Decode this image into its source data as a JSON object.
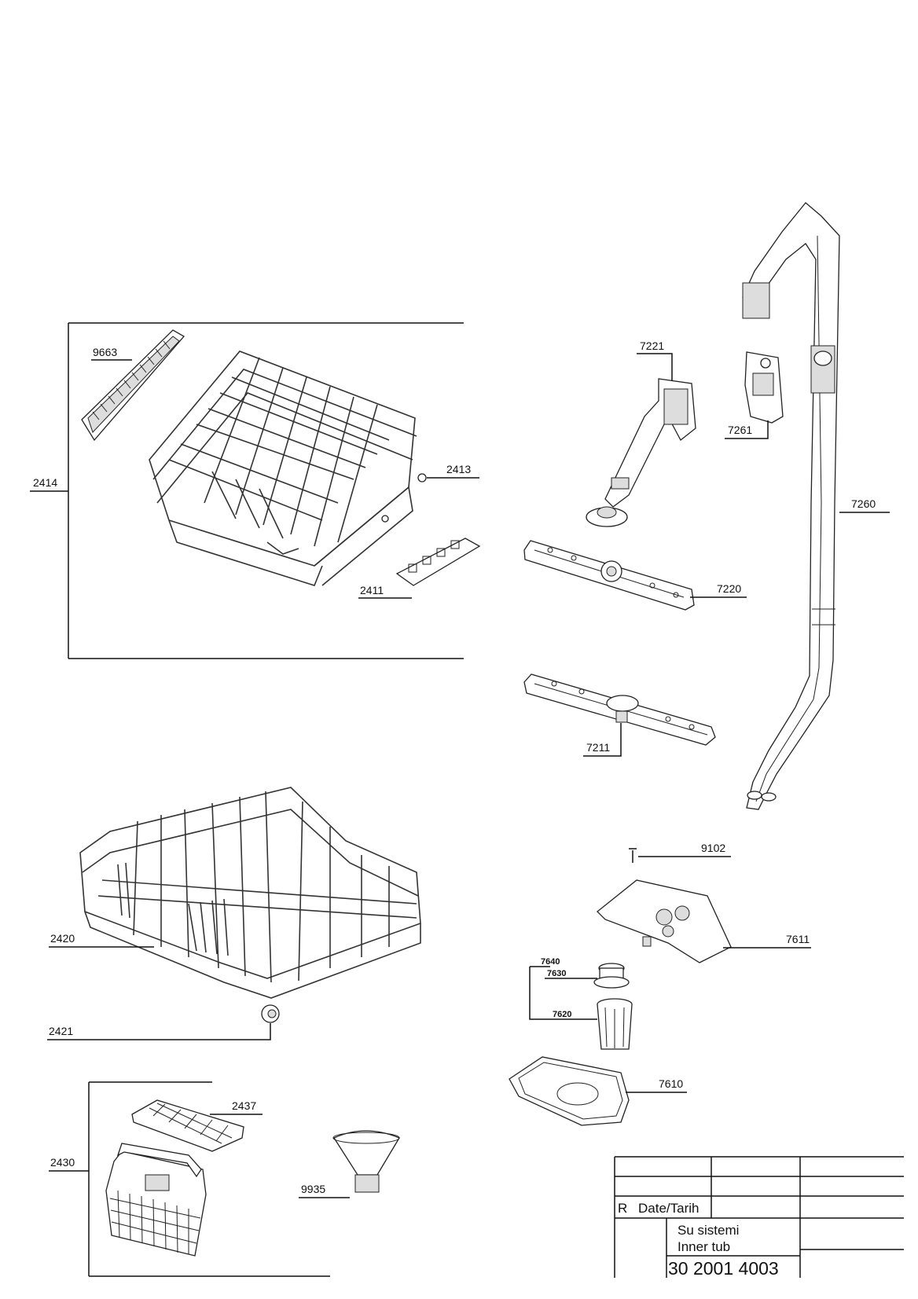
{
  "callouts": {
    "c9663": "9663",
    "c2414": "2414",
    "c2413": "2413",
    "c2411": "2411",
    "c7221": "7221",
    "c7261": "7261",
    "c7260": "7260",
    "c7220": "7220",
    "c7211": "7211",
    "c2420": "2420",
    "c2421": "2421",
    "c9102": "9102",
    "c7611": "7611",
    "c7640": "7640",
    "c7630": "7630",
    "c7620": "7620",
    "c7610": "7610",
    "c2437": "2437",
    "c2430": "2430",
    "c9935": "9935"
  },
  "title_block": {
    "r_label": "R",
    "date_label": "Date/Tarih",
    "name_tr": "Su sistemi",
    "name_en": "Inner tub",
    "drawing_number": "30 2001 4003"
  }
}
